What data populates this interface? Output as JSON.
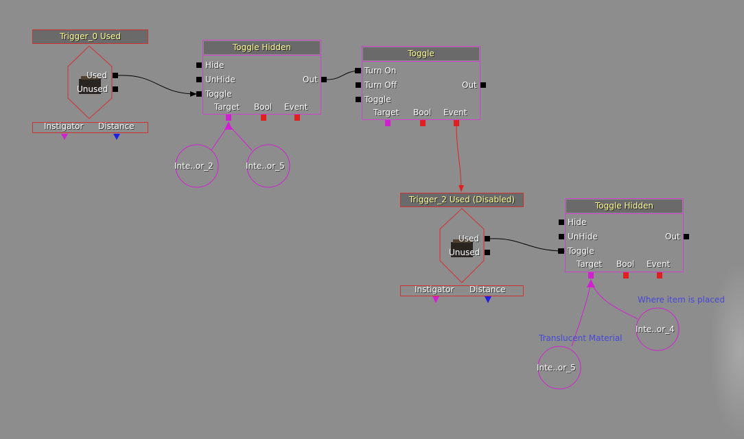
{
  "colors": {
    "background": "#8d8d8d",
    "event_border": "#d03030",
    "action_border": "#d040d0",
    "title_text": "#ffff99",
    "variable_link": "#d020d0",
    "bool_link": "#e02020",
    "float_link": "#2020e0",
    "comment_text": "#4848d8"
  },
  "events": [
    {
      "title": "Trigger_0 Used",
      "outputs": [
        "Used",
        "Unused"
      ],
      "variables": [
        "Instigator",
        "Distance"
      ],
      "icon": "trigger-used-icon"
    },
    {
      "title": "Trigger_2 Used (Disabled)",
      "outputs": [
        "Used",
        "Unused"
      ],
      "variables": [
        "Instigator",
        "Distance"
      ],
      "icon": "trigger-used-icon"
    }
  ],
  "actions": [
    {
      "title": "Toggle Hidden",
      "inputs": [
        "Hide",
        "UnHide",
        "Toggle"
      ],
      "output": "Out",
      "variables": [
        "Target",
        "Bool",
        "Event"
      ]
    },
    {
      "title": "Toggle",
      "inputs": [
        "Turn On",
        "Turn Off",
        "Toggle"
      ],
      "output": "Out",
      "variables": [
        "Target",
        "Bool",
        "Event"
      ]
    },
    {
      "title": "Toggle Hidden",
      "inputs": [
        "Hide",
        "UnHide",
        "Toggle"
      ],
      "output": "Out",
      "variables": [
        "Target",
        "Bool",
        "Event"
      ]
    }
  ],
  "object_vars": [
    "Inte..or_2",
    "Inte..or_5",
    "Inte..or_4",
    "Inte..or_5"
  ],
  "comments": [
    "Where item is placed",
    "Translucent Material"
  ]
}
